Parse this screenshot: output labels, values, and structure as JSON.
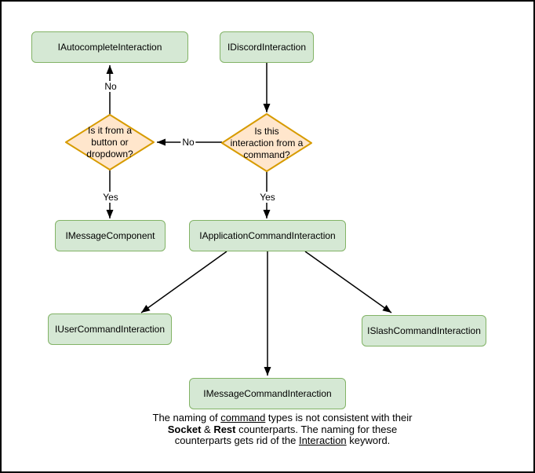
{
  "diagram": {
    "colors": {
      "node_fill": "#d5e8d4",
      "node_border": "#82b366",
      "decision_fill": "#ffe6cc",
      "decision_border": "#d79b00",
      "arrow": "#000000"
    },
    "nodes": {
      "autocomplete": {
        "label": "IAutocompleteInteraction"
      },
      "discord": {
        "label": "IDiscordInteraction"
      },
      "message_component": {
        "label": "IMessageComponent"
      },
      "application_command": {
        "label": "IApplicationCommandInteraction"
      },
      "user_command": {
        "label": "IUserCommandInteraction"
      },
      "slash_command": {
        "label": "ISlashCommandInteraction"
      },
      "message_command": {
        "label": "IMessageCommandInteraction"
      }
    },
    "decisions": {
      "button_dropdown": {
        "label": "Is it from a\nbutton or\ndropdown?"
      },
      "from_command": {
        "label": "Is this\ninteraction from a\ncommand?"
      }
    },
    "edge_labels": {
      "no_up": "No",
      "no_left": "No",
      "yes_left": "Yes",
      "yes_right": "Yes"
    },
    "note": {
      "lines": [
        [
          {
            "t": "The naming of "
          },
          {
            "t": "command",
            "u": true
          },
          {
            "t": " types is not consistent with their"
          }
        ],
        [
          {
            "t": "Socket",
            "b": true
          },
          {
            "t": " & "
          },
          {
            "t": "Rest",
            "b": true
          },
          {
            "t": " counterparts. The naming for these"
          }
        ],
        [
          {
            "t": "counterparts gets rid of the "
          },
          {
            "t": "Interaction",
            "u": true
          },
          {
            "t": " keyword."
          }
        ]
      ]
    }
  }
}
